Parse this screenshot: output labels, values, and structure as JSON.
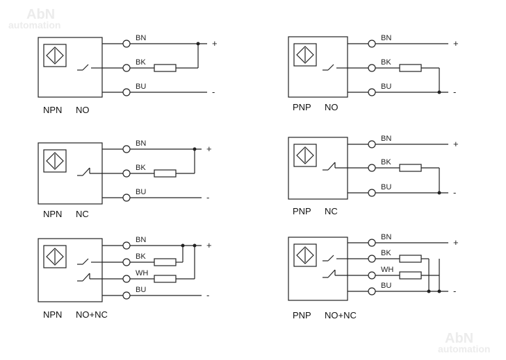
{
  "watermark": {
    "brand": "AbN",
    "sub": "automation"
  },
  "supply": {
    "plus": "+",
    "minus": "-"
  },
  "panels": [
    {
      "type": "NPN",
      "mode": "NO",
      "wires": [
        {
          "label": "BN"
        },
        {
          "label": "BK",
          "load": true
        },
        {
          "label": "BU"
        }
      ]
    },
    {
      "type": "PNP",
      "mode": "NO",
      "wires": [
        {
          "label": "BN"
        },
        {
          "label": "BK",
          "load": true
        },
        {
          "label": "BU"
        }
      ]
    },
    {
      "type": "NPN",
      "mode": "NC",
      "wires": [
        {
          "label": "BN"
        },
        {
          "label": "BK",
          "load": true
        },
        {
          "label": "BU"
        }
      ]
    },
    {
      "type": "PNP",
      "mode": "NC",
      "wires": [
        {
          "label": "BN"
        },
        {
          "label": "BK",
          "load": true
        },
        {
          "label": "BU"
        }
      ]
    },
    {
      "type": "NPN",
      "mode": "NO+NC",
      "wires": [
        {
          "label": "BN"
        },
        {
          "label": "BK",
          "load": true
        },
        {
          "label": "WH",
          "load": true
        },
        {
          "label": "BU"
        }
      ]
    },
    {
      "type": "PNP",
      "mode": "NO+NC",
      "wires": [
        {
          "label": "BN"
        },
        {
          "label": "BK",
          "load": true
        },
        {
          "label": "WH",
          "load": true
        },
        {
          "label": "BU"
        }
      ]
    }
  ]
}
